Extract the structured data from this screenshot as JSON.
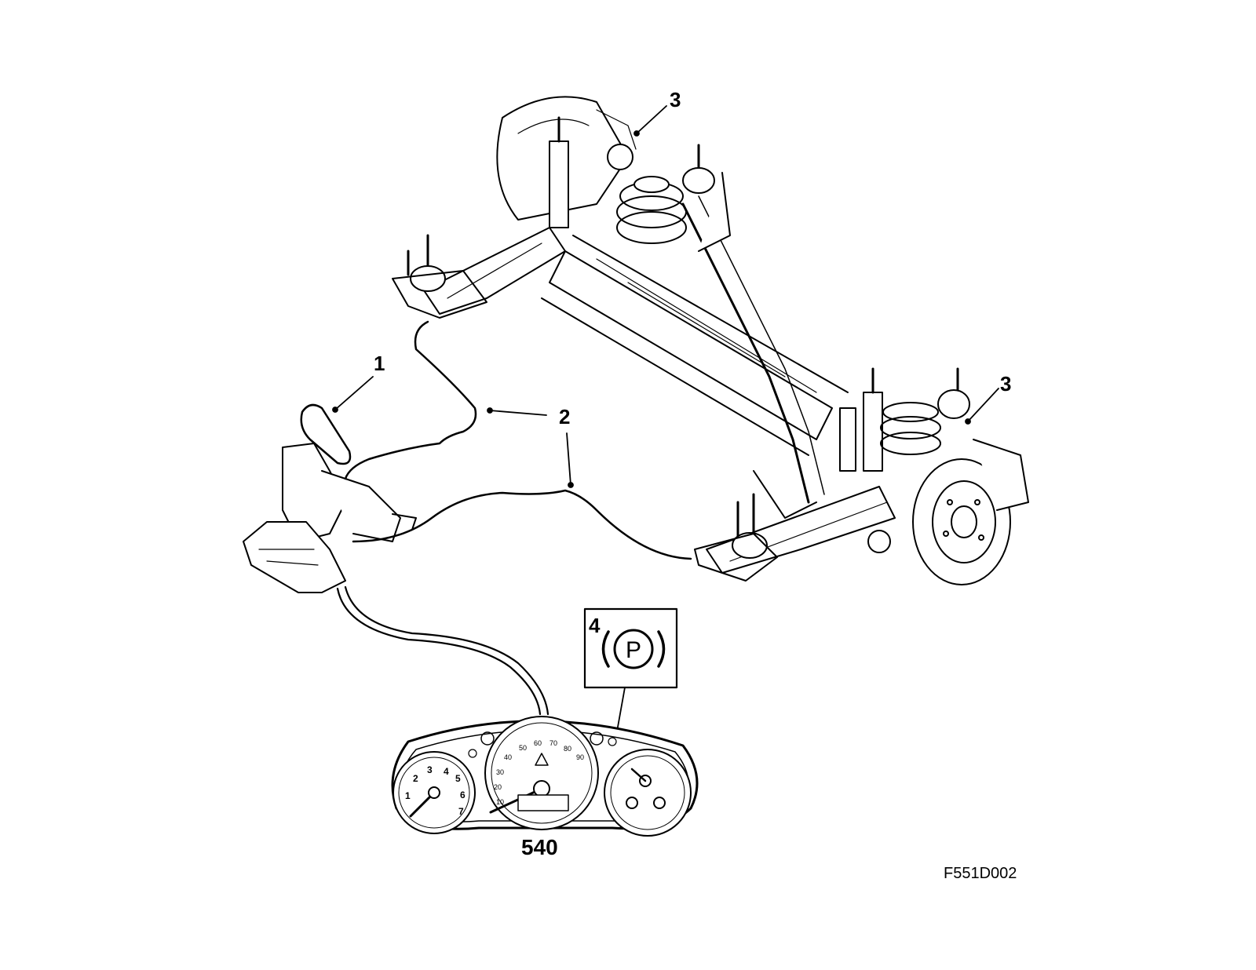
{
  "callouts": {
    "handbrake_lever": "1",
    "cables": "2",
    "rear_brake_left": "3",
    "rear_brake_right": "3",
    "warning_lamp": "4",
    "instrument_cluster": "540"
  },
  "warning_symbol": "P",
  "figure_code": "F551D002",
  "tach_numbers": [
    "1",
    "2",
    "3",
    "4",
    "5",
    "6",
    "7"
  ],
  "speedo_numbers": [
    "10",
    "20",
    "30",
    "40",
    "50",
    "60",
    "70",
    "80",
    "90"
  ],
  "colors": {
    "ink": "#000000",
    "paper": "#ffffff"
  },
  "icons": [
    "parking-brake-warning-icon",
    "hazard-triangle-icon"
  ]
}
